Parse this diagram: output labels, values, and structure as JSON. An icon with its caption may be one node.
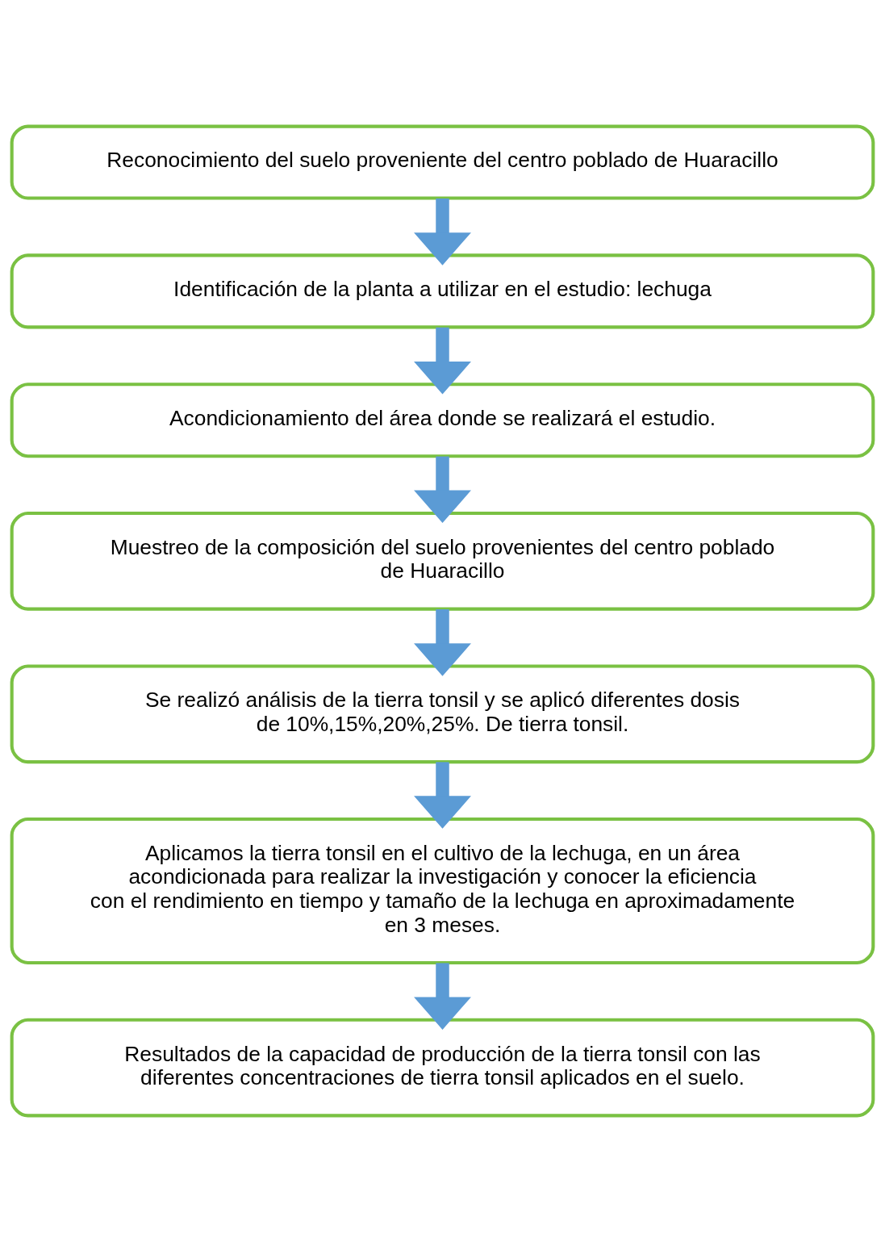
{
  "diagram": {
    "nodes": [
      {
        "text": [
          "Reconocimiento del suelo proveniente del centro poblado de Huaracillo"
        ]
      },
      {
        "text": [
          "Identificación de la planta a utilizar en el estudio: lechuga"
        ]
      },
      {
        "text": [
          "Acondicionamiento del área donde se realizará el estudio."
        ]
      },
      {
        "text": [
          "Muestreo de la composición del suelo provenientes del centro poblado de Huaracillo"
        ]
      },
      {
        "text": [
          "Se realizó análisis de la tierra tonsil y se aplicó diferentes dosis de 10%,15%,20%,25%. De tierra tonsil."
        ]
      },
      {
        "text": [
          "Aplicamos la tierra tonsil en el cultivo de la lechuga, en un área acondicionada para realizar la investigación y conocer la eficiencia con el rendimiento en tiempo y tamaño de la lechuga en aproximadamente en 3 meses."
        ]
      },
      {
        "text": [
          "Resultados de la capacidad de producción de la tierra tonsil con las diferentes concentraciones de tierra tonsil aplicados en el suelo."
        ]
      }
    ],
    "edges": [
      {
        "from": 0,
        "to": 1,
        "arrow": "to"
      },
      {
        "from": 1,
        "to": 2,
        "arrow": "to"
      },
      {
        "from": 2,
        "to": 3,
        "arrow": "to"
      },
      {
        "from": 3,
        "to": 4,
        "arrow": "to"
      },
      {
        "from": 4,
        "to": 5,
        "arrow": "to"
      },
      {
        "from": 5,
        "to": 6,
        "arrow": "to"
      }
    ]
  }
}
